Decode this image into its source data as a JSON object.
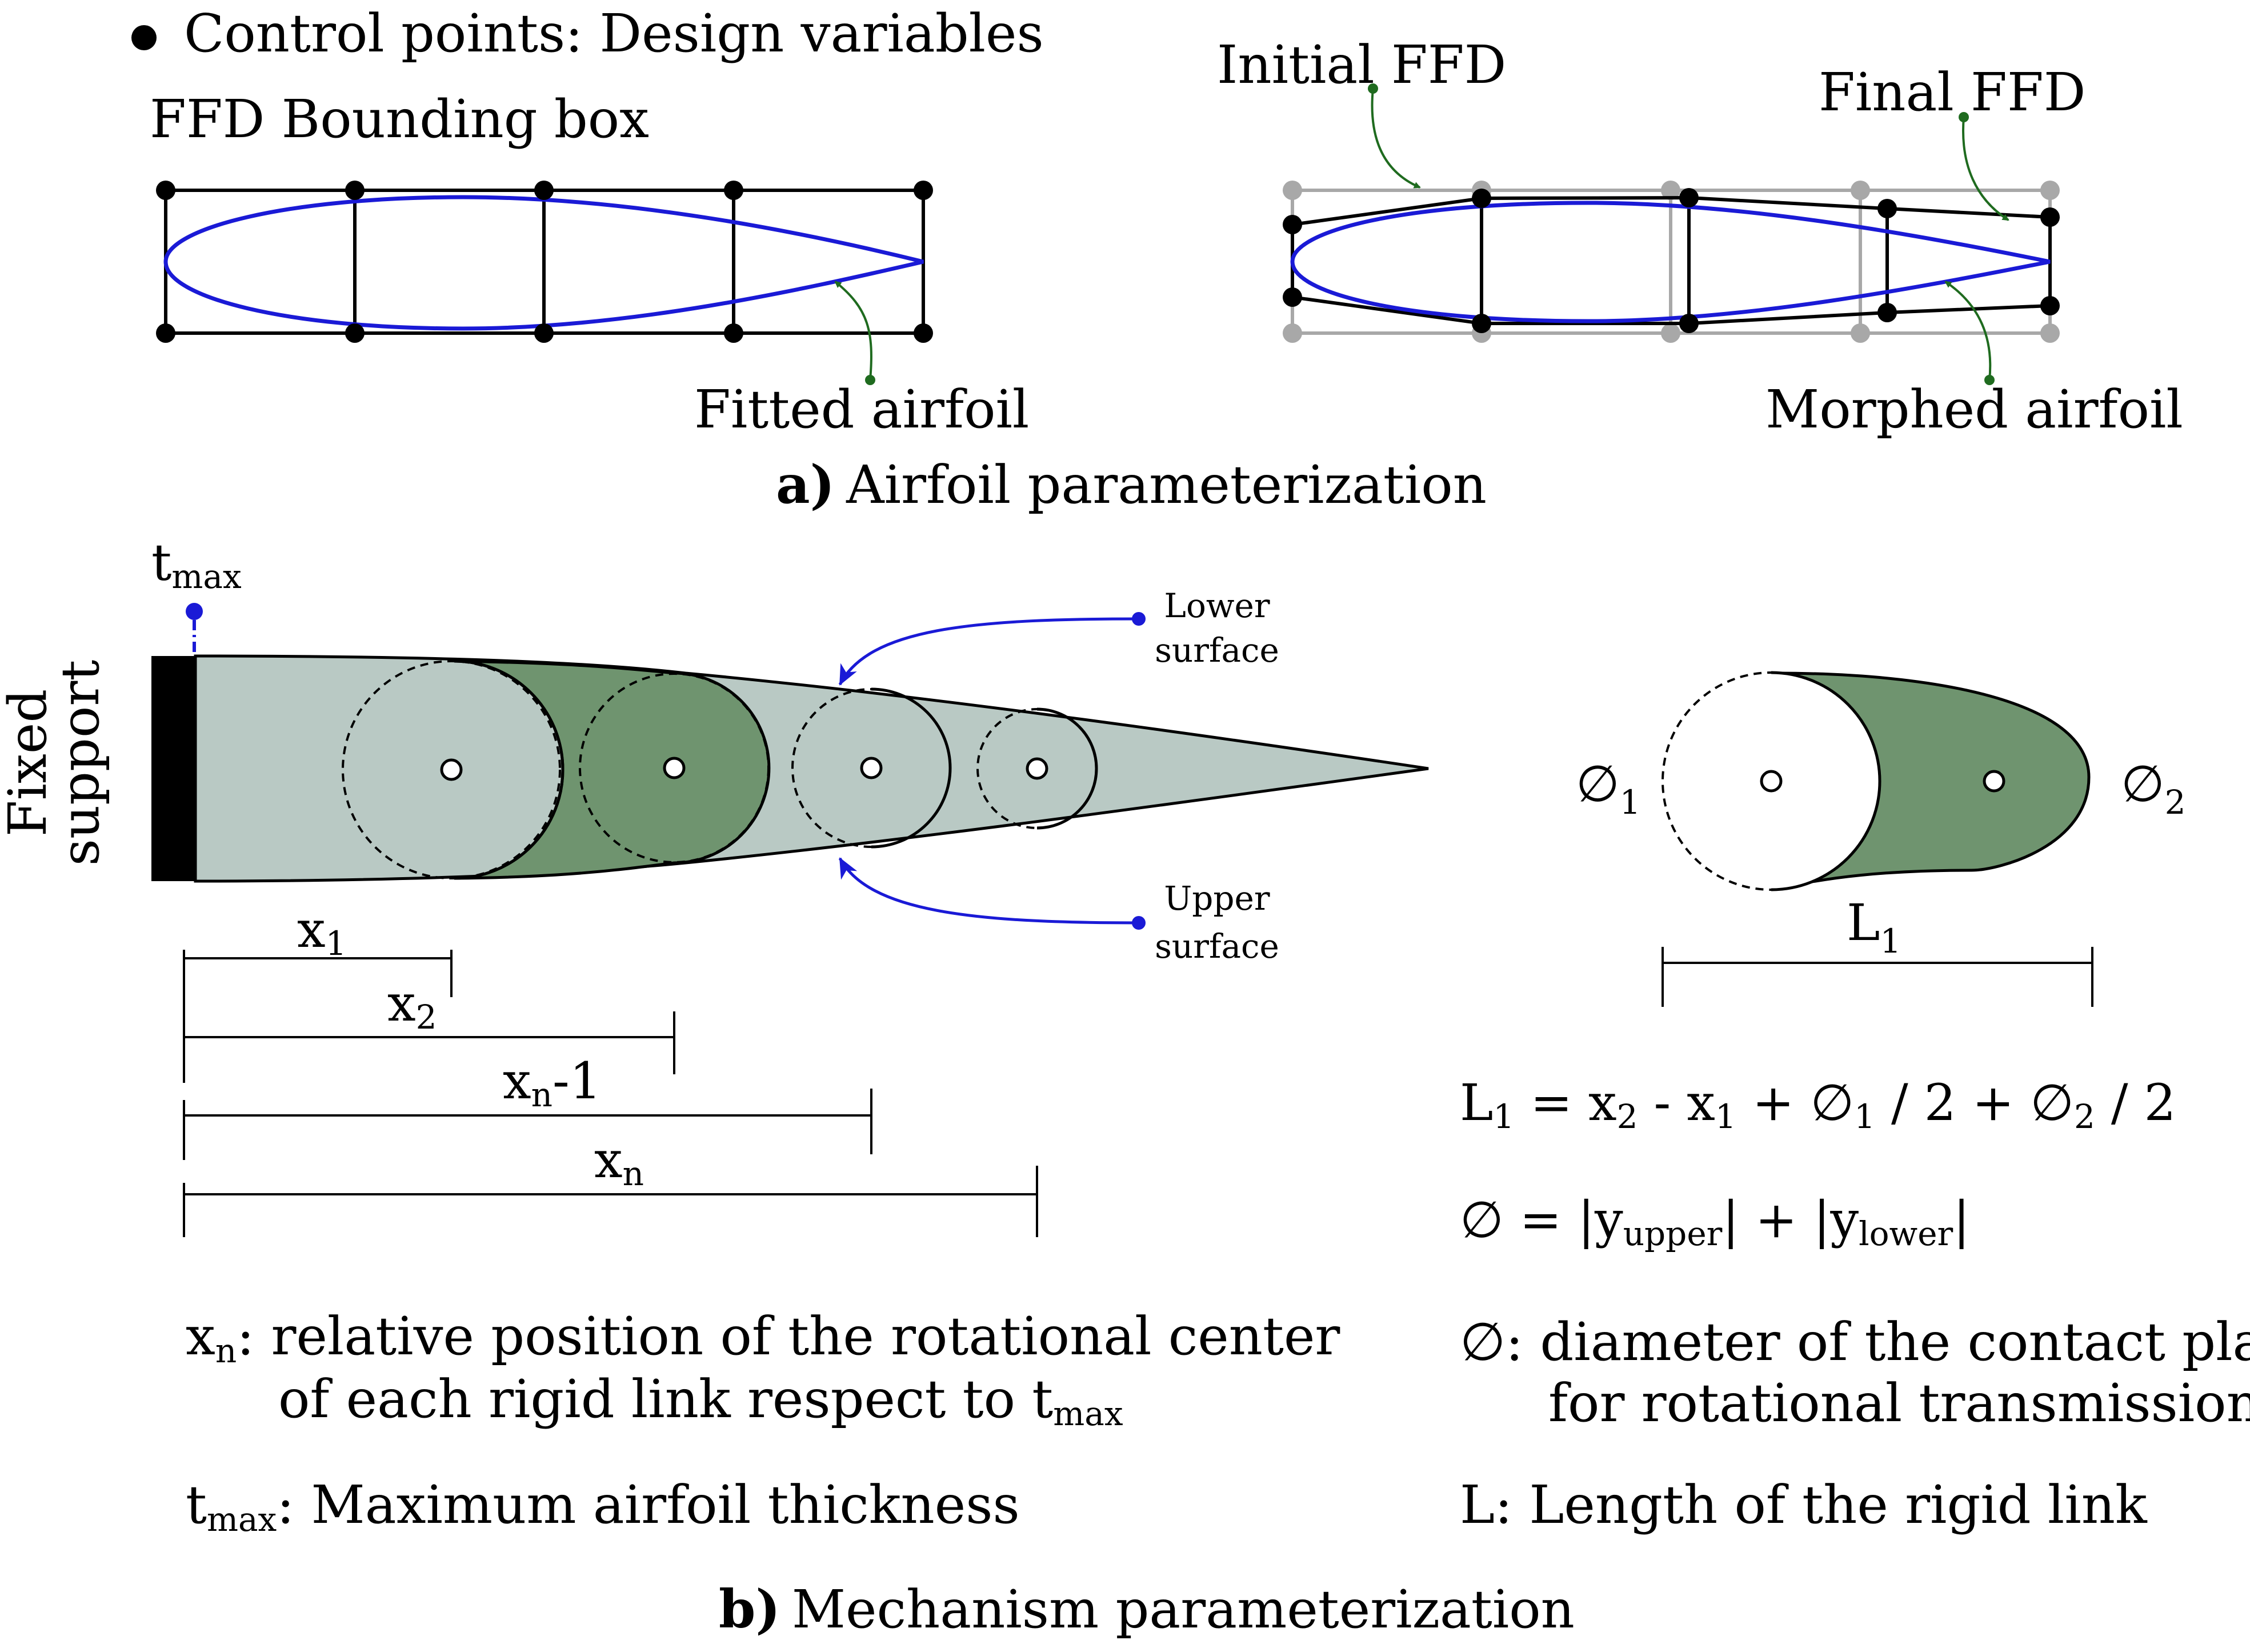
{
  "legend": {
    "control_points": "Control points: Design variables"
  },
  "panel_a": {
    "bbox_label": "FFD Bounding box",
    "fitted_label": "Fitted airfoil",
    "initial_label": "Initial FFD",
    "final_label": "Final FFD",
    "morphed_label": "Morphed airfoil",
    "caption_letter": "a)",
    "caption_text": "Airfoil parameterization"
  },
  "panel_b": {
    "t_max": {
      "base": "t",
      "sub": "max"
    },
    "fixed_support": [
      "Fixed",
      "support"
    ],
    "lower_surface": [
      "Lower",
      "surface"
    ],
    "upper_surface": [
      "Upper",
      "surface"
    ],
    "dims": {
      "x1": {
        "base": "x",
        "sub": "1",
        "post": ""
      },
      "x2": {
        "base": "x",
        "sub": "2",
        "post": ""
      },
      "xn1": {
        "base": "x",
        "sub": "n",
        "post": "-1"
      },
      "xn": {
        "base": "x",
        "sub": "n",
        "post": ""
      }
    },
    "link": {
      "d1": {
        "base": "∅",
        "sub": "1"
      },
      "d2": {
        "base": "∅",
        "sub": "2"
      },
      "L1": {
        "base": "L",
        "sub": "1"
      }
    },
    "eq1": {
      "L": "L",
      "Lsub": "1",
      "eq": " = x",
      "s1": "2",
      "p1": " - x",
      "s2": "1",
      "p2": " + ∅",
      "s3": "1",
      "p3": " / 2 + ∅",
      "s4": "2",
      "p4": " / 2"
    },
    "eq2": {
      "a": "∅ = |y",
      "s1": "upper",
      "b": "| + |y",
      "s2": "lower",
      "c": "|"
    },
    "def_xn": {
      "base": "x",
      "sub": "n",
      "line1": ": relative position of the rotational center",
      "line2": "of each rigid link respect to t",
      "line2_sub": "max"
    },
    "def_tmax": {
      "base": "t",
      "sub": "max",
      "text": ": Maximum airfoil thickness"
    },
    "def_d": {
      "line1": "∅: diameter of the contact plane",
      "line2": "for rotational transmission"
    },
    "def_L": "L: Length of the rigid link",
    "caption_letter": "b)",
    "caption_text": "Mechanism parameterization"
  },
  "colors": {
    "airfoil_blue": "#1a1ad6",
    "leader_green": "#1f6b1f",
    "link_fill_light": "#b9c9c4",
    "link_fill_dark": "#6f946f",
    "ffd_initial_grey": "#a8a8a8",
    "support_black": "#000000"
  }
}
